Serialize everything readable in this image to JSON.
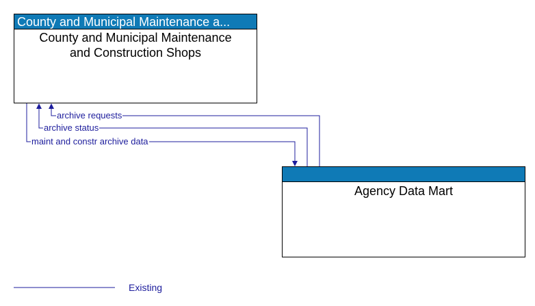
{
  "entities": {
    "source": {
      "header": "County and Municipal Maintenance a...",
      "name_line1": "County and Municipal Maintenance",
      "name_line2": "and Construction Shops"
    },
    "target": {
      "header": "",
      "name": "Agency Data Mart"
    }
  },
  "flows": [
    {
      "label": "archive requests",
      "direction": "to source"
    },
    {
      "label": "archive status",
      "direction": "to source"
    },
    {
      "label": "maint and constr archive data",
      "direction": "to target"
    }
  ],
  "legend": {
    "existing_label": "Existing"
  },
  "colors": {
    "header": "#0f7ab6",
    "flow": "#1c1c9c"
  }
}
